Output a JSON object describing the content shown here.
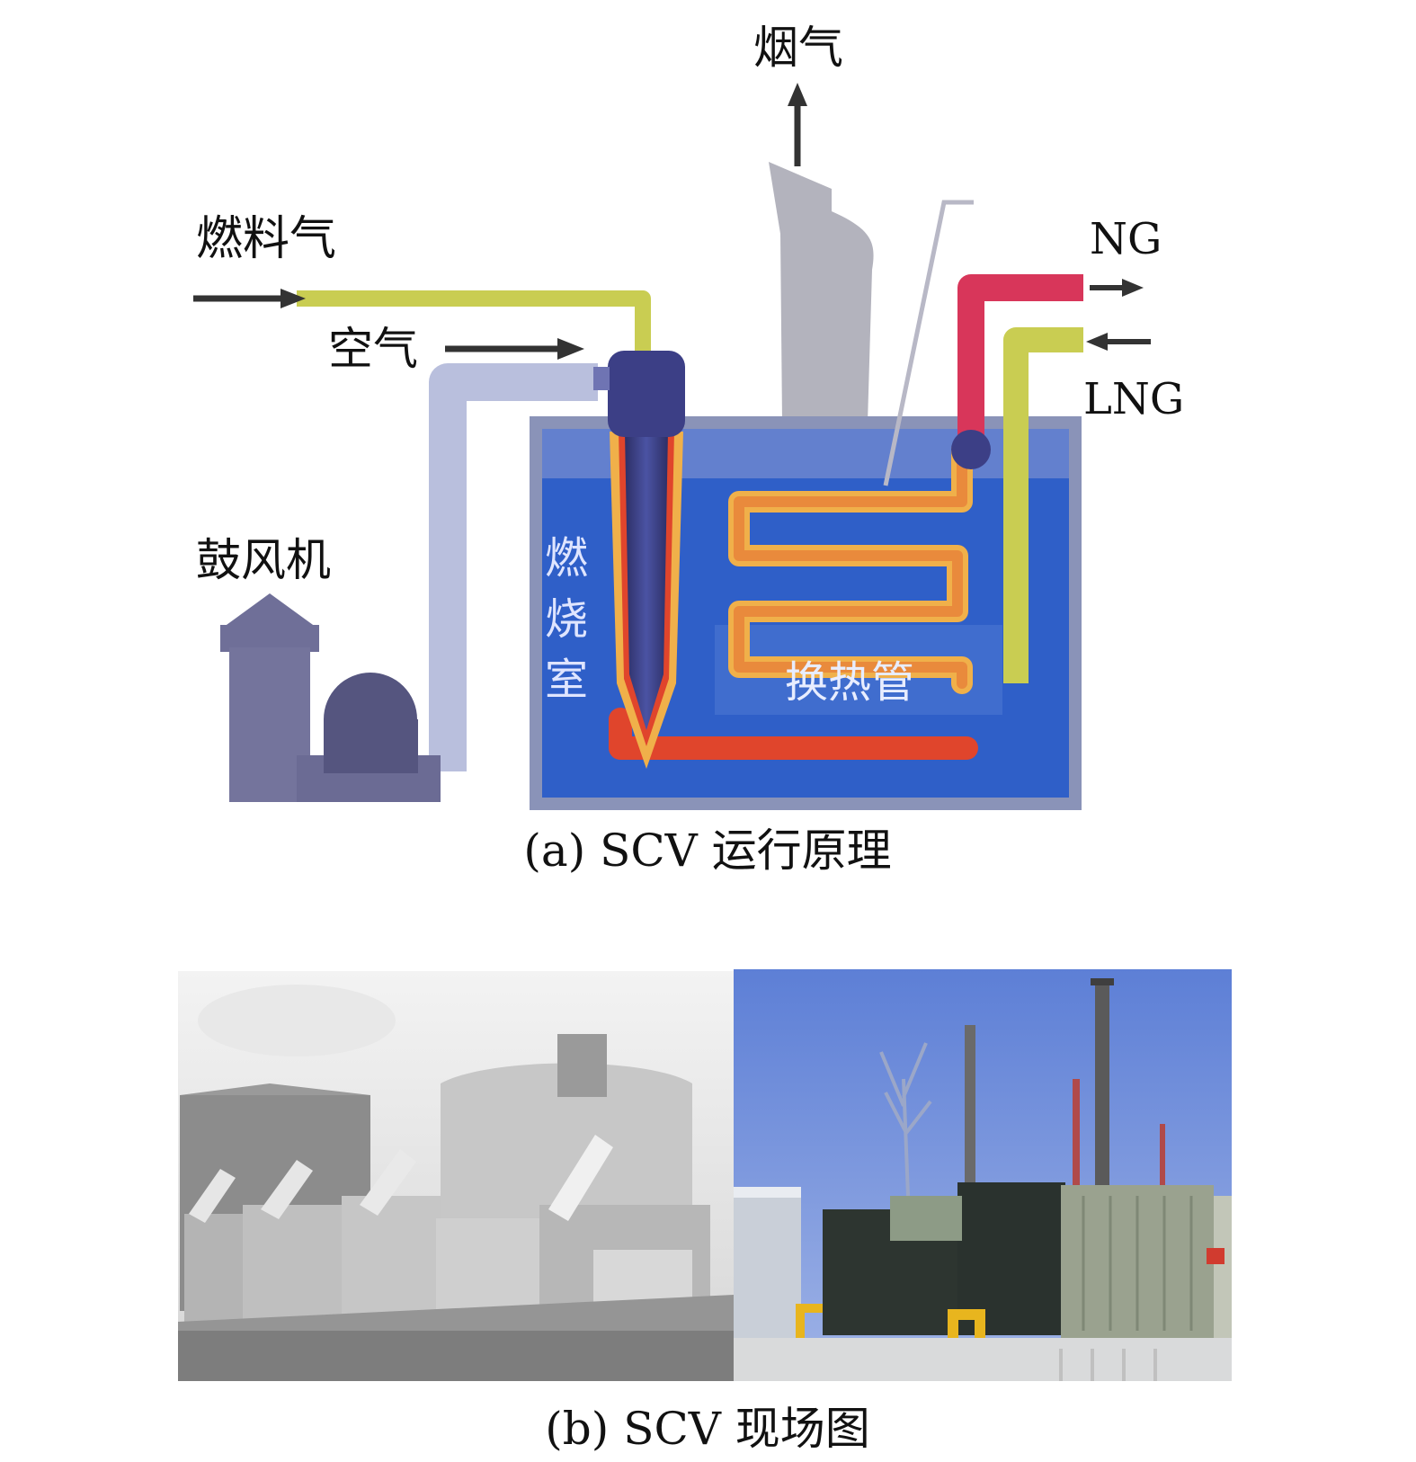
{
  "labels": {
    "flue_gas": "烟气",
    "fuel_gas": "燃料气",
    "air": "空气",
    "ng": "NG",
    "lng": "LNG",
    "blower": "鼓风机",
    "combustion_chamber_1": "燃",
    "combustion_chamber_2": "烧",
    "combustion_chamber_3": "室",
    "heat_exchange_tube": "换热管"
  },
  "captions": {
    "a": "(a) SCV 运行原理",
    "b": "(b) SCV 现场图"
  },
  "colors": {
    "water_bath": "#2f5fc8",
    "tank_wall": "#8a93b8",
    "fuel_pipe": "#c9cd52",
    "air_duct": "#b9bfdd",
    "ng_pipe": "#d8365a",
    "lng_pipe": "#c9cd52",
    "blower": "#6f6f98",
    "stack": "#b3b3bd",
    "coil_hot": "#e0452c",
    "coil_warm": "#f0b04a"
  }
}
